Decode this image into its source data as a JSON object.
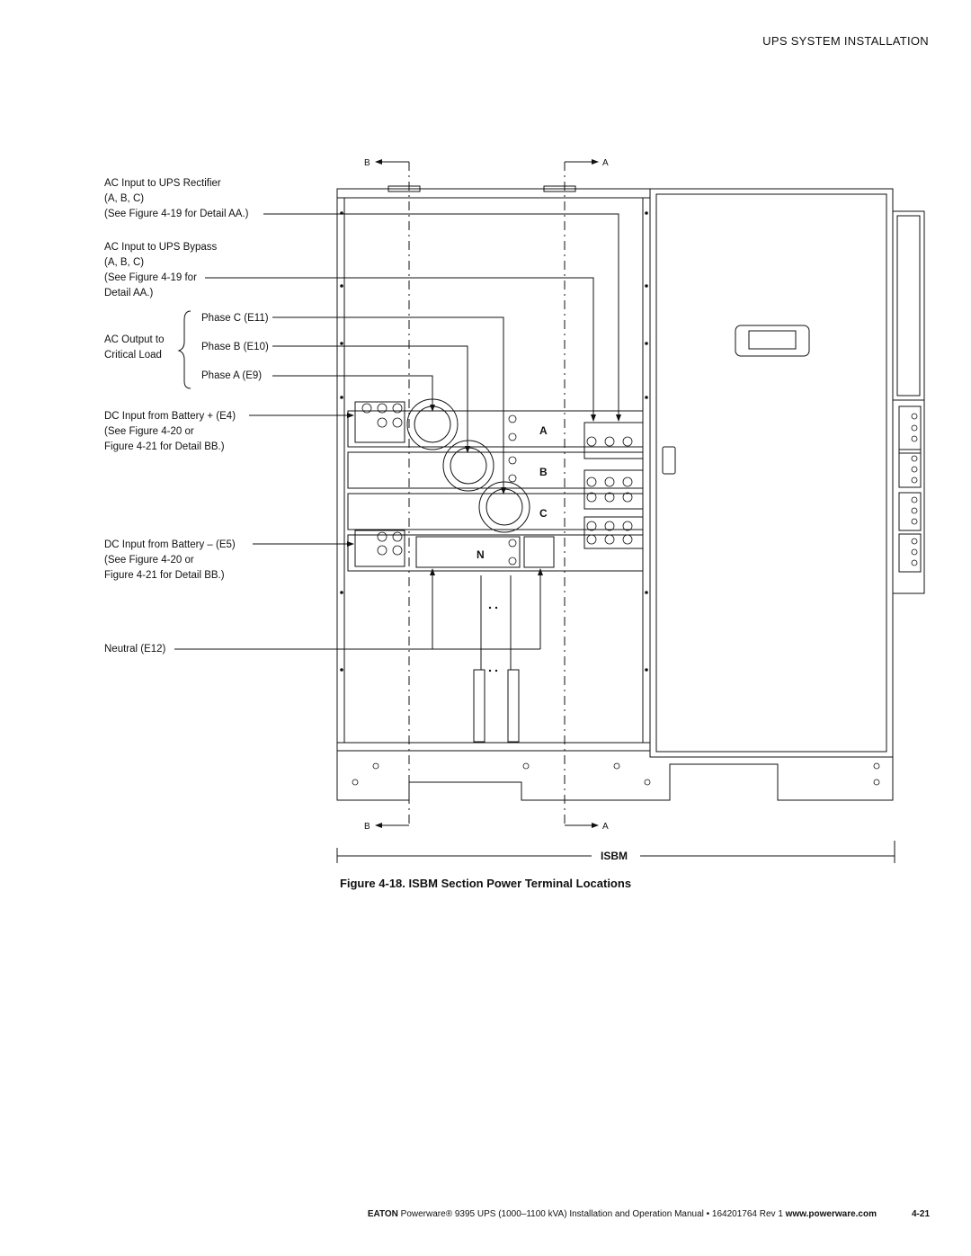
{
  "header": {
    "section_title": "UPS SYSTEM INSTALLATION"
  },
  "section_markers": {
    "b": "B",
    "a": "A"
  },
  "callouts": {
    "ac_rectifier": [
      "AC Input to UPS Rectifier",
      "(A, B, C)",
      "(See Figure 4-19 for Detail AA.)"
    ],
    "ac_bypass": [
      "AC Input to UPS Bypass",
      "(A, B, C)",
      "(See Figure 4-19 for",
      "Detail AA.)"
    ],
    "ac_output": [
      "AC Output to",
      "Critical Load"
    ],
    "phase_c": "Phase C (E11)",
    "phase_b": "Phase B (E10)",
    "phase_a": "Phase A (E9)",
    "dc_positive": [
      "DC Input from Battery + (E4)",
      "(See Figure 4-20 or",
      "Figure 4-21 for Detail BB.)"
    ],
    "dc_negative": [
      "DC Input from Battery – (E5)",
      "(See Figure 4-20 or",
      "Figure 4-21 for Detail BB.)"
    ],
    "neutral": "Neutral (E12)"
  },
  "bus_labels": {
    "a": "A",
    "b": "B",
    "c": "C",
    "n": "N"
  },
  "dimension_label": "ISBM",
  "caption": "Figure 4-18. ISBM Section Power Terminal Locations",
  "footer": {
    "brand": "EATON",
    "text": " Powerware® 9395 UPS (1000–1100 kVA) Installation and Operation Manual  •  164201764 Rev 1 ",
    "url": "www.powerware.com",
    "page_number": "4-21"
  }
}
